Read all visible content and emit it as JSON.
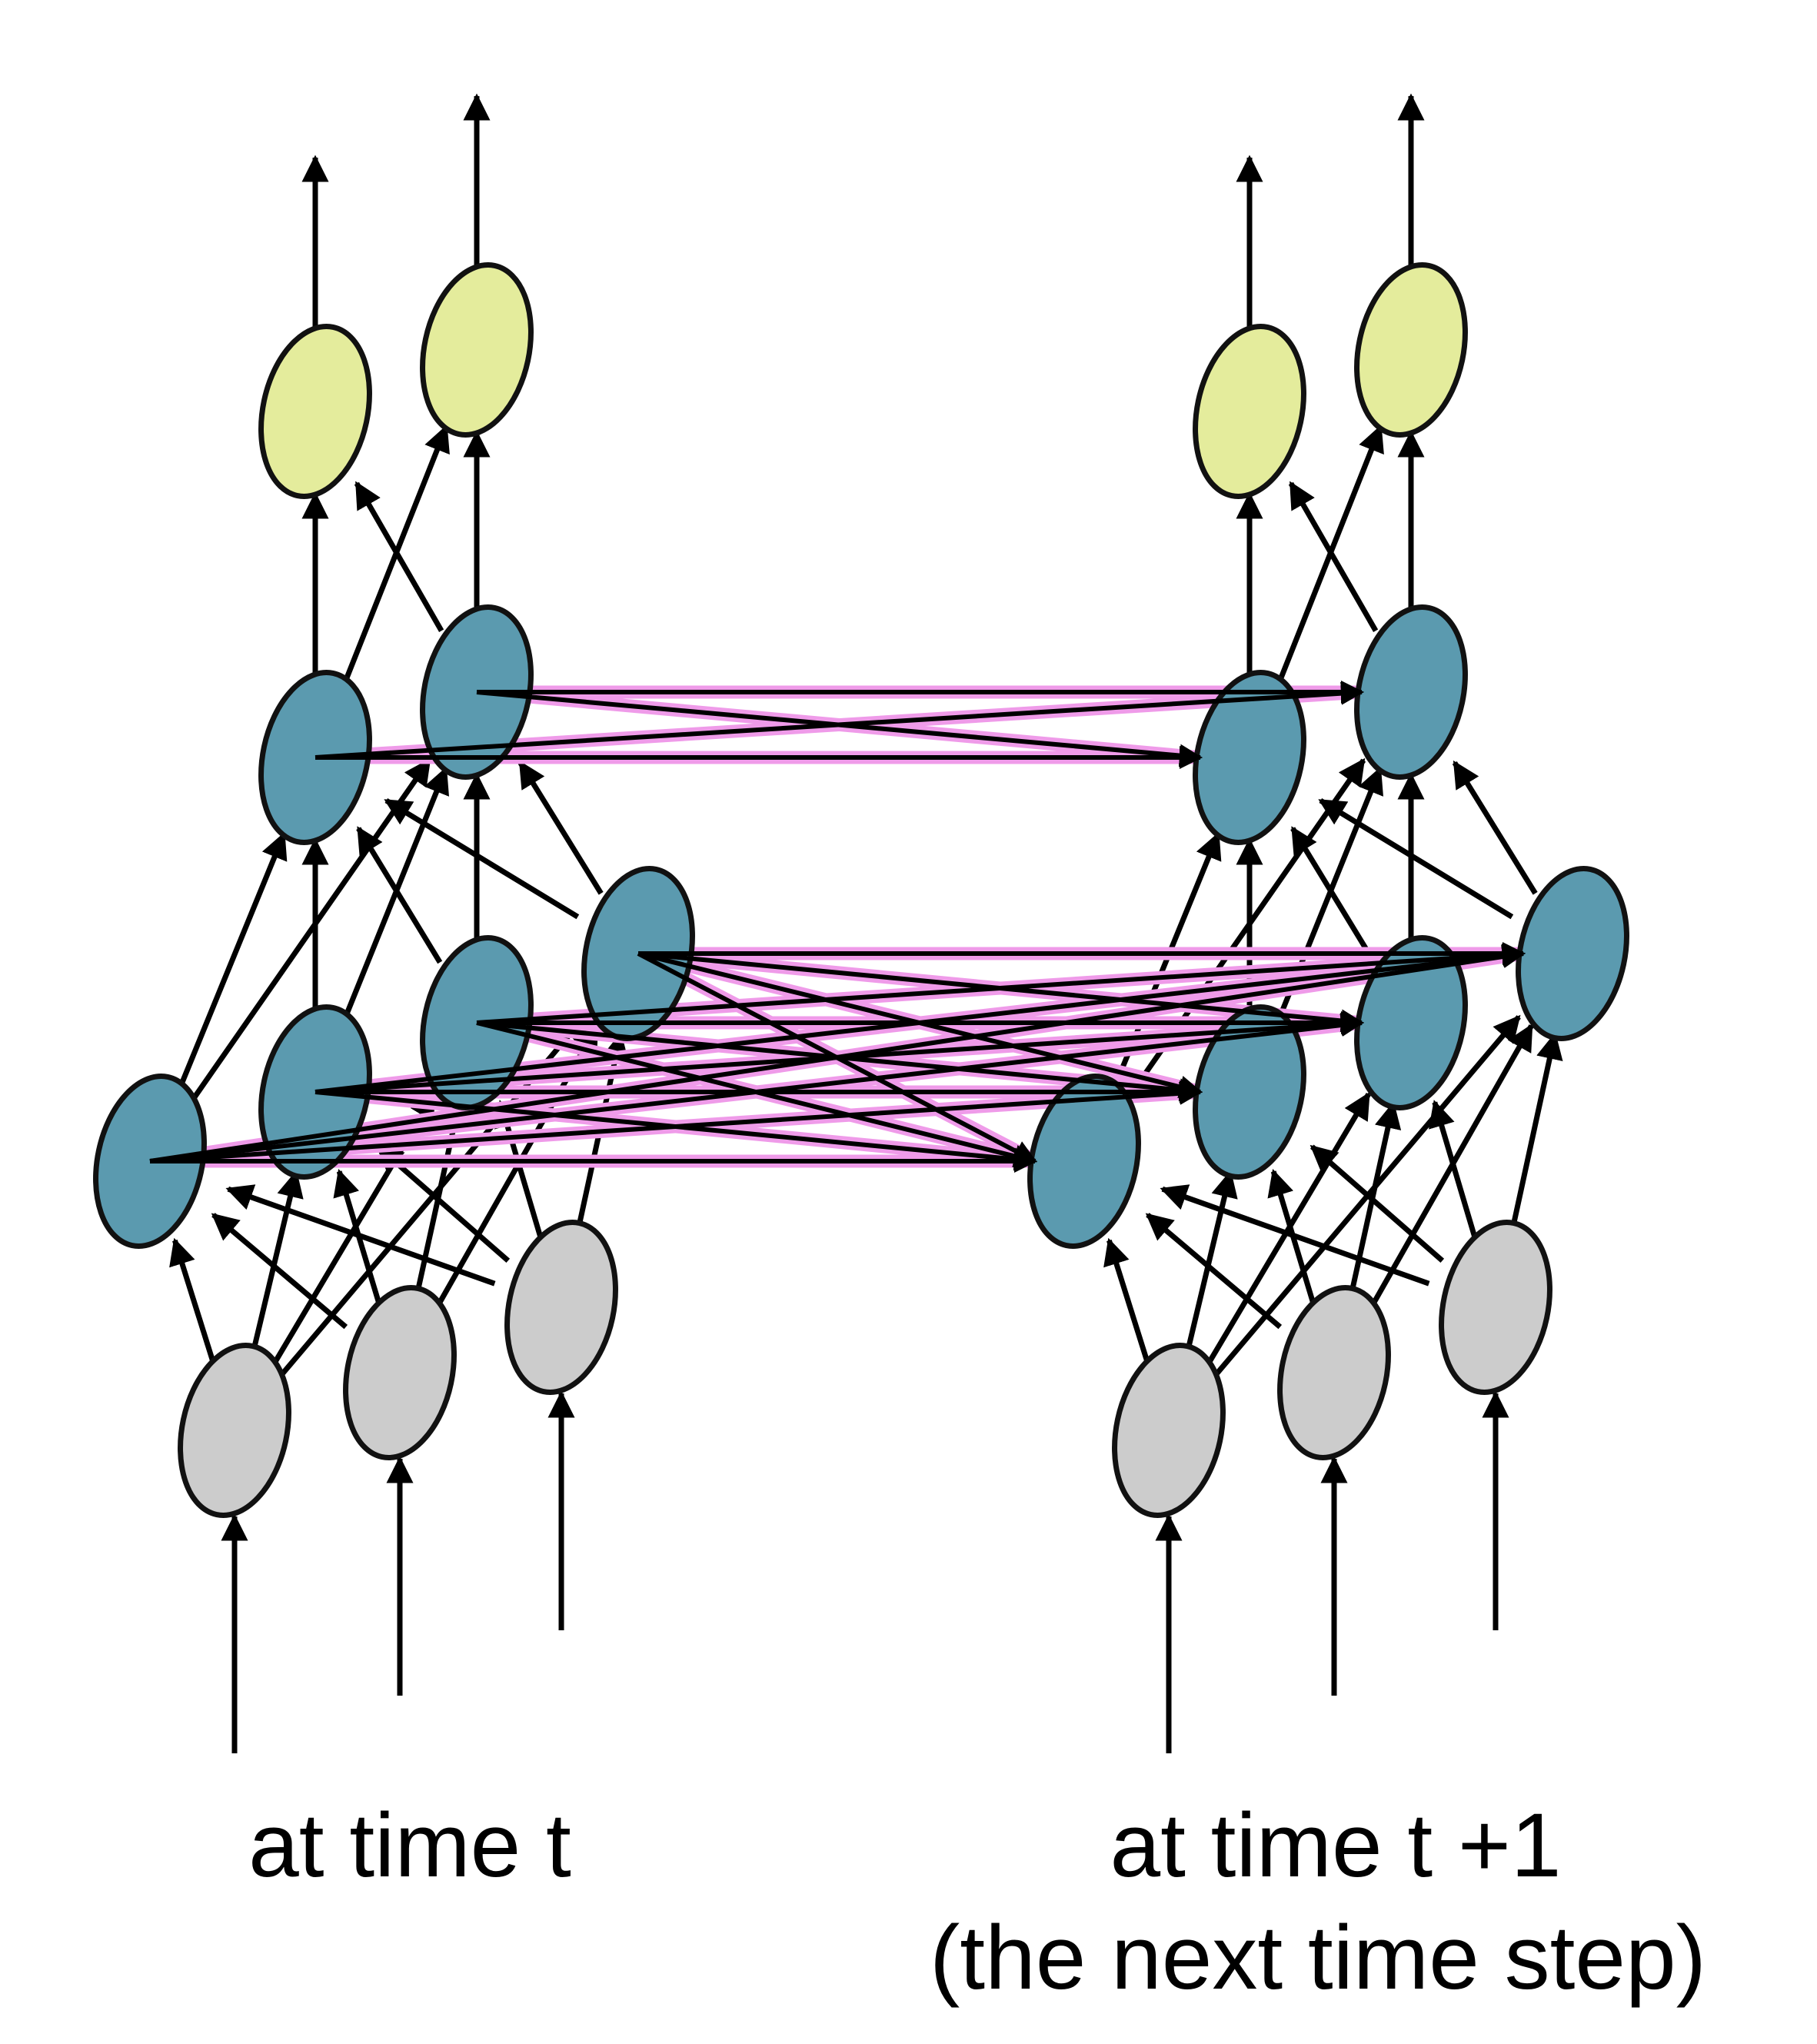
{
  "colors": {
    "input_node": "#cccccc",
    "hidden_node": "#5b9aaf",
    "output_node": "#e4ec9c",
    "node_stroke": "#111111",
    "arrow": "#000000",
    "recurrent_glow": "#ef9be9"
  },
  "labels": {
    "left_caption": "at time t",
    "right_caption": "at time t +1",
    "right_caption_sub": "(the next time step)"
  },
  "network": {
    "layers": [
      {
        "name": "input",
        "node_count": 3
      },
      {
        "name": "hidden_1",
        "node_count": 4
      },
      {
        "name": "hidden_2",
        "node_count": 2
      },
      {
        "name": "output",
        "node_count": 2
      }
    ],
    "time_steps": 2,
    "recurrent_connections": "each hidden unit at time t connects to every unit of the same hidden layer at time t +1"
  }
}
